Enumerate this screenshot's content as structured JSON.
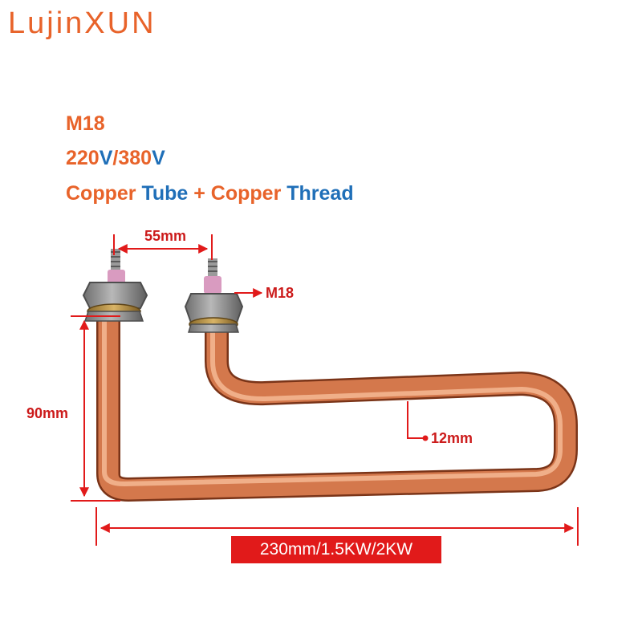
{
  "brand": "LujinXUN",
  "specs": {
    "thread": "M18",
    "voltage": {
      "v1": "220",
      "v1_unit": "V",
      "sep": "/",
      "v2": "380",
      "v2_unit": "V"
    },
    "material": {
      "a": "Copper",
      "b": " Tube",
      "c": " + Copper",
      "d": " Thread"
    }
  },
  "dimensions": {
    "spacing": "55mm",
    "height": "90mm",
    "thread_label": "M18",
    "tube_diameter": "12mm",
    "length_power": "230mm/1.5KW/2KW"
  },
  "colors": {
    "brand_orange": "#e8632a",
    "blue": "#1f6fb8",
    "dimension_red": "#e11a1a",
    "copper": "#d9835a"
  }
}
